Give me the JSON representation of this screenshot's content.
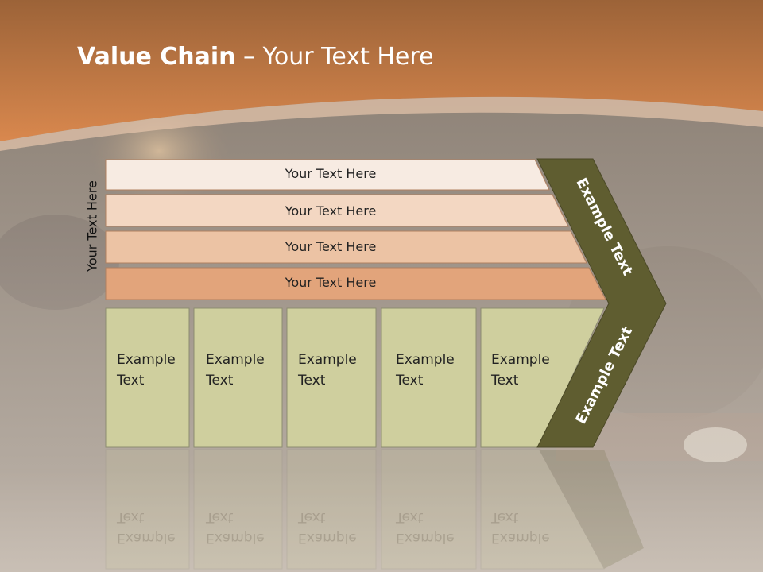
{
  "title": {
    "strong": "Value Chain",
    "rest": " – Your Text Here"
  },
  "side_label": "Your Text Here",
  "rows": [
    "Your Text Here",
    "Your Text Here",
    "Your Text Here",
    "Your Text Here"
  ],
  "columns": [
    {
      "line1": "Example",
      "line2": "Text"
    },
    {
      "line1": "Example",
      "line2": "Text"
    },
    {
      "line1": "Example",
      "line2": "Text"
    },
    {
      "line1": "Example",
      "line2": "Text"
    },
    {
      "line1": "Example",
      "line2": "Text"
    }
  ],
  "arrow_labels": {
    "upper": "Example Text",
    "lower": "Example Text"
  },
  "colors": {
    "header": "#c9743c",
    "arrow": "#5f5d30",
    "column_fill": "#cfcf9e",
    "row1": "#f7ebe2",
    "row2": "#f3d7c2",
    "row3": "#ecc3a4",
    "row4": "#e2a47b"
  }
}
